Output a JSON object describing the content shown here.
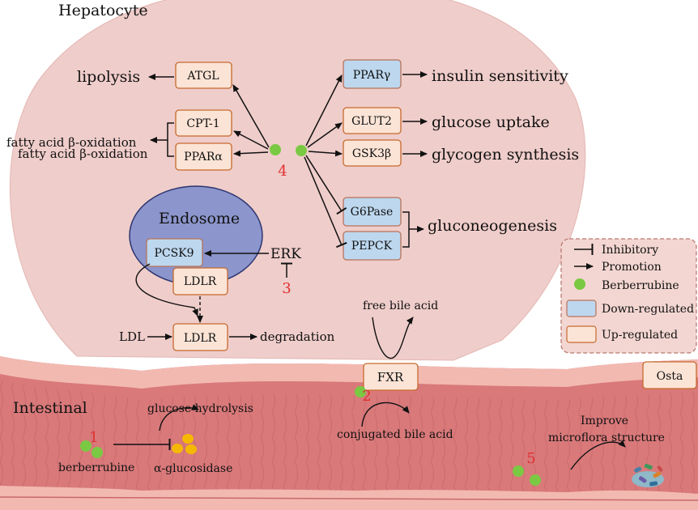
{
  "hepatocyte": {
    "title": "Hepatocyte",
    "boxes": {
      "atgl": "ATGL",
      "cpt1": "CPT-1",
      "ppara": "PPARα",
      "pparg": "PPARγ",
      "glut2": "GLUT2",
      "gsk3b": "GSK3β",
      "g6pase": "G6Pase",
      "pepck": "PEPCK",
      "pcsk9": "PCSK9",
      "ldlr_endosome": "LDLR",
      "ldlr_membrane": "LDLR"
    },
    "outcomes": {
      "lipolysis": "lipolysis",
      "fao_1": "fatty acid β-oxidation",
      "fao_2": "fatty acid β-oxidation",
      "insulin": "insulin sensitivity",
      "glucose_uptake": "glucose uptake",
      "glycogen": "glycogen synthesis",
      "gluconeogenesis": "gluconeogenesis",
      "degradation": "degradation"
    },
    "endosome_label": "Endosome",
    "erk": "ERK",
    "ldl": "LDL",
    "free_bile_acid": "free bile acid"
  },
  "intestine": {
    "title": "Intestinal",
    "fxr": "FXR",
    "osta": "Osta",
    "glucose_hydrolysis": "glucose hydrolysis",
    "berberrubine": "berberrubine",
    "alpha_glucosidase": "α-glucosidase",
    "conjugated_bile_acid": "conjugated bile acid",
    "improve_line1": "Improve",
    "improve_line2": "microflora structure"
  },
  "markers": [
    "1",
    "2",
    "3",
    "4",
    "5"
  ],
  "legend": {
    "inhibitory": "Inhibitory",
    "promotion": "Promotion",
    "berberrubine": "Berberrubine",
    "down": "Down-regulated",
    "up": "Up-regulated"
  },
  "colors": {
    "cell": "#efcdca",
    "endosome": "#8c95cc",
    "up_box": "#fbe4d6",
    "up_border": "#c66a2e",
    "down_box": "#bdd7ee",
    "down_border": "#b8735a",
    "berberrubine": "#7ac943",
    "marker": "#e03030",
    "gut": "#d9797a",
    "gut_light": "#f2b9b1"
  }
}
